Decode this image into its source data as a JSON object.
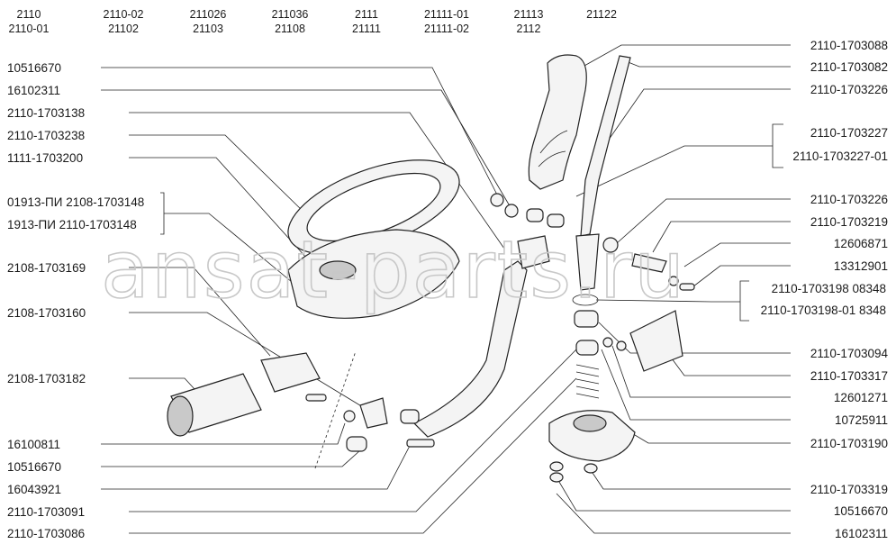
{
  "header_models": [
    {
      "top": "2110",
      "bottom": "2110-01"
    },
    {
      "top": "2110-02",
      "bottom": "21102"
    },
    {
      "top": "211026",
      "bottom": "21103"
    },
    {
      "top": "211036",
      "bottom": "21108"
    },
    {
      "top": "2111",
      "bottom": "21111"
    },
    {
      "top": "21111-01",
      "bottom": "21111-02"
    },
    {
      "top": "21113",
      "bottom": "2112"
    },
    {
      "top": "21122",
      "bottom": ""
    }
  ],
  "left_labels": [
    "10516670",
    "16102311",
    "2110-1703138",
    "2110-1703238",
    "1111-1703200",
    "01913-ПИ 2108-1703148",
    "1913-ПИ  2110-1703148",
    "2108-1703169",
    "2108-1703160",
    "2108-1703182",
    "16100811",
    "10516670",
    "16043921",
    "2110-1703091",
    "2110-1703086"
  ],
  "right_labels": [
    "2110-1703088",
    "2110-1703082",
    "2110-1703226",
    "2110-1703227",
    "2110-1703227-01",
    "2110-1703226",
    "2110-1703219",
    "12606871",
    "13312901",
    "2110-1703198  08348",
    "2110-1703198-01 8348",
    "2110-1703094",
    "2110-1703317",
    "12601271",
    "10725911",
    "2110-1703190",
    "2110-1703319",
    "10516670",
    "16102311"
  ],
  "watermark": "ansat-parts.ru"
}
